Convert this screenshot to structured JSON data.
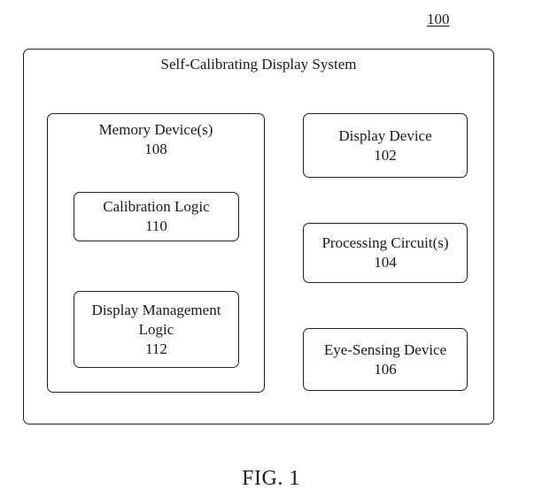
{
  "ref_number": "100",
  "system": {
    "title": "Self-Calibrating Display System"
  },
  "memory": {
    "name": "Memory Device(s)",
    "number": "108",
    "calibration": {
      "name": "Calibration Logic",
      "number": "110"
    },
    "display_mgmt": {
      "name_line1": "Display Management",
      "name_line2": "Logic",
      "number": "112"
    }
  },
  "display_device": {
    "name": "Display Device",
    "number": "102"
  },
  "processing": {
    "name": "Processing Circuit(s)",
    "number": "104"
  },
  "eye_sensing": {
    "name": "Eye-Sensing Device",
    "number": "106"
  },
  "figure_caption": "FIG. 1"
}
